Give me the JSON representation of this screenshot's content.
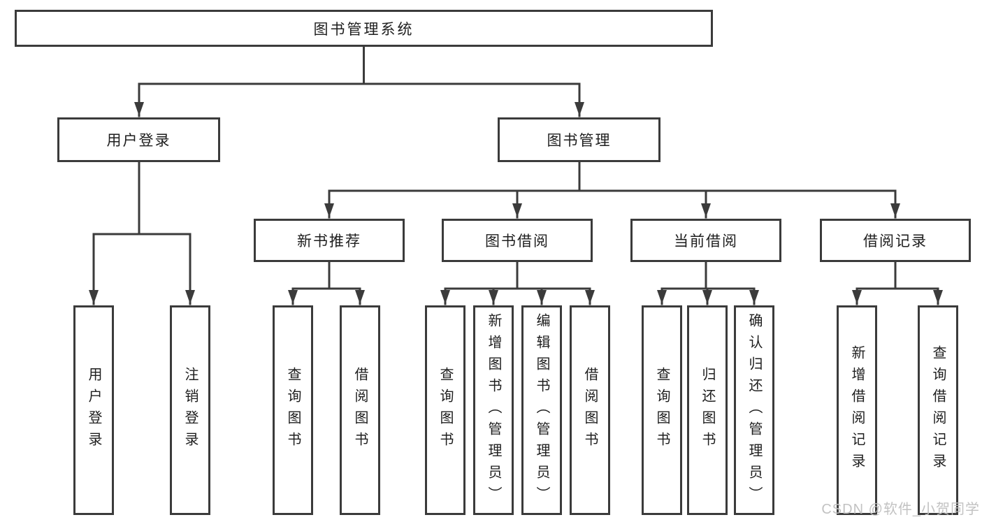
{
  "diagram_type": "hierarchy",
  "colors": {
    "line": "#3b3b3b",
    "box_border": "#3b3b3b",
    "text": "#1e1e1e",
    "background": "#ffffff",
    "watermark": "#bfbfbf"
  },
  "watermark": "CSDN @软件_小贺同学",
  "tree": {
    "label": "图书管理系统",
    "children": [
      {
        "label": "用户登录",
        "children": [
          {
            "label": "用户登录"
          },
          {
            "label": "注销登录"
          }
        ]
      },
      {
        "label": "图书管理",
        "children": [
          {
            "label": "新书推荐",
            "children": [
              {
                "label": "查询图书"
              },
              {
                "label": "借阅图书"
              }
            ]
          },
          {
            "label": "图书借阅",
            "children": [
              {
                "label": "查询图书"
              },
              {
                "label": "新增图书（管理员）"
              },
              {
                "label": "编辑图书（管理员）"
              },
              {
                "label": "借阅图书"
              }
            ]
          },
          {
            "label": "当前借阅",
            "children": [
              {
                "label": "查询图书"
              },
              {
                "label": "归还图书"
              },
              {
                "label": "确认归还（管理员）"
              }
            ]
          },
          {
            "label": "借阅记录",
            "children": [
              {
                "label": "新增借阅记录"
              },
              {
                "label": "查询借阅记录"
              }
            ]
          }
        ]
      }
    ]
  }
}
